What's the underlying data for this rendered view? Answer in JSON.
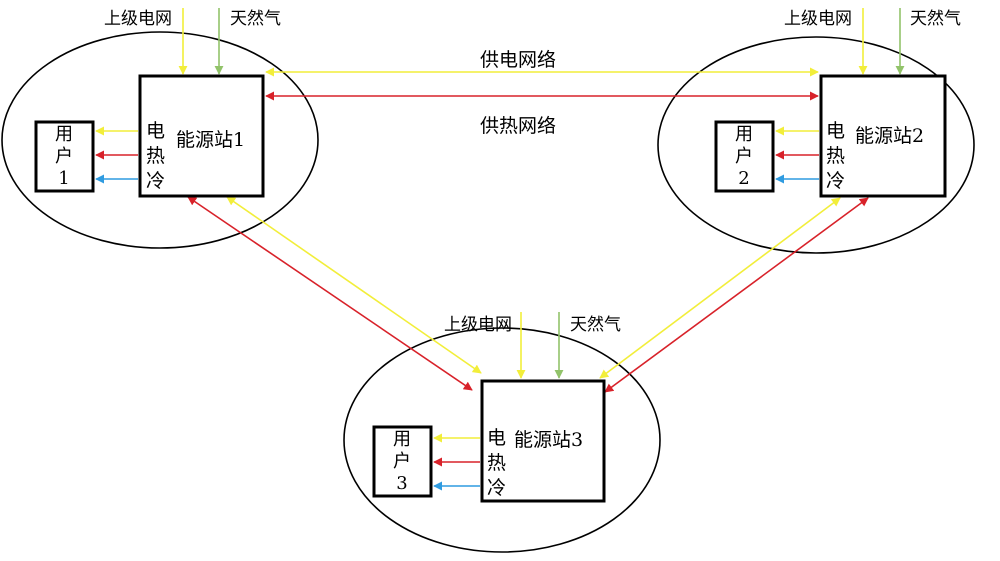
{
  "colors": {
    "electric": "#f2ee3a",
    "heat": "#d8222a",
    "cold": "#2f9be0",
    "gas": "#92c36a",
    "outline": "#000000"
  },
  "network": {
    "power_label": "供电网络",
    "heat_label": "供热网络"
  },
  "stations": [
    {
      "name": "能源站1",
      "grid_label": "上级电网",
      "gas_label": "天然气",
      "outputs": [
        "电",
        "热",
        "冷"
      ],
      "user_lines": [
        "用",
        "户",
        "1"
      ]
    },
    {
      "name": "能源站2",
      "grid_label": "上级电网",
      "gas_label": "天然气",
      "outputs": [
        "电",
        "热",
        "冷"
      ],
      "user_lines": [
        "用",
        "户",
        "2"
      ]
    },
    {
      "name": "能源站3",
      "grid_label": "上级电网",
      "gas_label": "天然气",
      "outputs": [
        "电",
        "热",
        "冷"
      ],
      "user_lines": [
        "用",
        "户",
        "3"
      ]
    }
  ]
}
